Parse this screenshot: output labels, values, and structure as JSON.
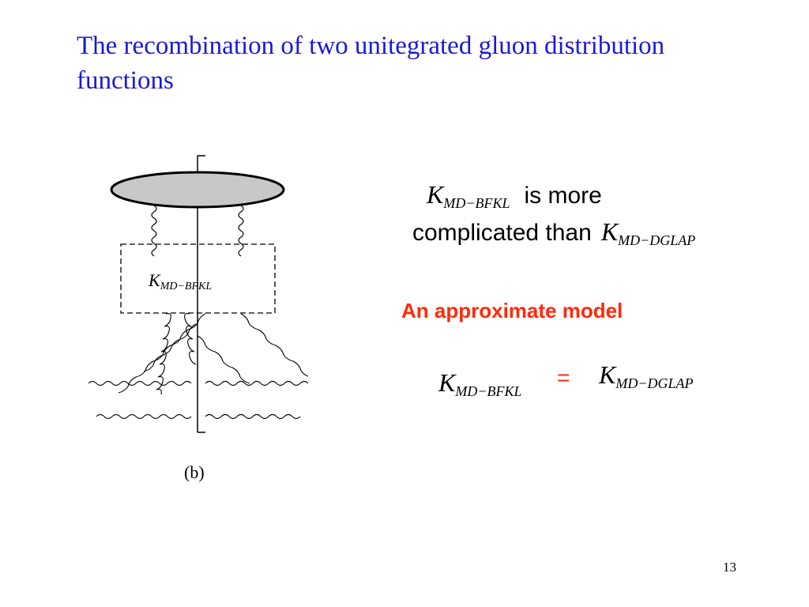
{
  "slide": {
    "title": "The recombination of two unitegrated gluon distribution functions",
    "page_number": "13"
  },
  "diagram": {
    "kernel_label_main": "K",
    "kernel_label_sub": "MD−BFKL",
    "caption": "(b)"
  },
  "statement": {
    "k1_main": "K",
    "k1_sub": "MD−BFKL",
    "text_part1": "is more",
    "text_part2": "complicated than",
    "k2_main": "K",
    "k2_sub": "MD−DGLAP"
  },
  "model": {
    "heading": "An approximate model",
    "lhs_main": "K",
    "lhs_sub": "MD−BFKL",
    "equals": "=",
    "rhs_main": "K",
    "rhs_sub": "MD−DGLAP"
  },
  "colors": {
    "title": "#1a1ad4",
    "accent": "#ff2a0a",
    "ellipse_fill": "#c8c8c8"
  }
}
